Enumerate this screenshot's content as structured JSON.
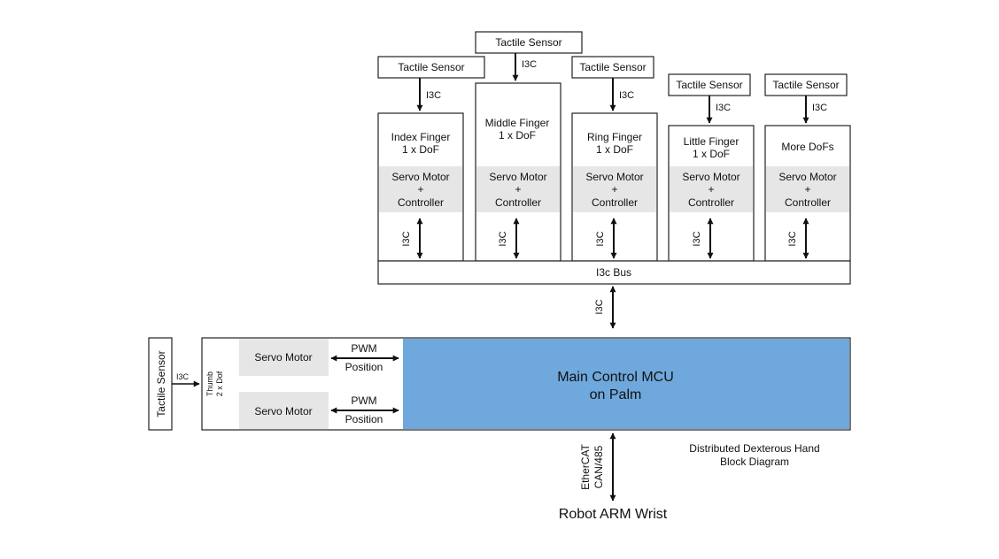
{
  "fingers": [
    {
      "sensor": "Tactile Sensor",
      "sensor_link": "I3C",
      "name_line1": "Index Finger",
      "name_line2": "1 x DoF",
      "servo_line1": "Servo Motor",
      "servo_line2": "+",
      "servo_line3": "Controller",
      "bus_link": "I3C"
    },
    {
      "sensor": "Tactile Sensor",
      "sensor_link": "I3C",
      "name_line1": "Middle Finger",
      "name_line2": "1 x DoF",
      "servo_line1": "Servo Motor",
      "servo_line2": "+",
      "servo_line3": "Controller",
      "bus_link": "I3C"
    },
    {
      "sensor": "Tactile Sensor",
      "sensor_link": "I3C",
      "name_line1": "Ring Finger",
      "name_line2": "1 x DoF",
      "servo_line1": "Servo Motor",
      "servo_line2": "+",
      "servo_line3": "Controller",
      "bus_link": "I3C"
    },
    {
      "sensor": "Tactile Sensor",
      "sensor_link": "I3C",
      "name_line1": "Little Finger",
      "name_line2": "1 x DoF",
      "servo_line1": "Servo Motor",
      "servo_line2": "+",
      "servo_line3": "Controller",
      "bus_link": "I3C"
    },
    {
      "sensor": "Tactile Sensor",
      "sensor_link": "I3C",
      "name_line1": "More DoFs",
      "name_line2": "",
      "servo_line1": "Servo Motor",
      "servo_line2": "+",
      "servo_line3": "Controller",
      "bus_link": "I3C"
    }
  ],
  "bus": {
    "label": "I3c Bus",
    "link_to_mcu": "I3C"
  },
  "thumb": {
    "sensor": "Tactile Sensor",
    "sensor_link": "I3C",
    "name_line1": "Thumb",
    "name_line2": "2 x Dof",
    "servos": [
      {
        "label": "Servo Motor",
        "link_top": "PWM",
        "link_bottom": "Position"
      },
      {
        "label": "Servo Motor",
        "link_top": "PWM",
        "link_bottom": "Position"
      }
    ]
  },
  "mcu": {
    "line1": "Main Control MCU",
    "line2": "on Palm",
    "fill": "#6fa8dc"
  },
  "wrist": {
    "link_line1": "EtherCAT",
    "link_line2": "CAN/485",
    "label": "Robot ARM Wrist"
  },
  "caption": {
    "line1": "Distributed Dexterous Hand",
    "line2": "Block Diagram"
  },
  "colors": {
    "servo_fill": "#e6e6e6",
    "stroke": "#222222"
  }
}
